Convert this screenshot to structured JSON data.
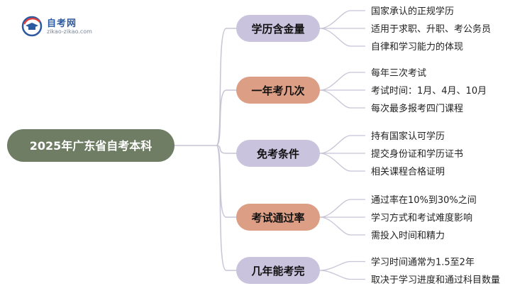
{
  "logo": {
    "name": "自考网",
    "domain": "zikao-zikao.com"
  },
  "root": {
    "label": "2025年广东省自考本科",
    "color": "#6e7d63"
  },
  "colors": {
    "purple": "#c9c3dd",
    "salmon": "#dc9f86",
    "line": "#c8c4d6",
    "leaf_text": "#222222"
  },
  "branches": [
    {
      "label": "学历含金量",
      "style": "purple",
      "leaves": [
        "国家承认的正规学历",
        "适用于求职、升职、考公务员",
        "自律和学习能力的体现"
      ]
    },
    {
      "label": "一年考几次",
      "style": "salmon",
      "leaves": [
        "每年三次考试",
        "考试时间：1月、4月、10月",
        "每次最多报考四门课程"
      ]
    },
    {
      "label": "免考条件",
      "style": "purple",
      "leaves": [
        "持有国家认可学历",
        "提交身份证和学历证书",
        "相关课程合格证明"
      ]
    },
    {
      "label": "考试通过率",
      "style": "salmon",
      "leaves": [
        "通过率在10%到30%之间",
        "学习方式和考试难度影响",
        "需投入时间和精力"
      ]
    },
    {
      "label": "几年能考完",
      "style": "purple",
      "leaves": [
        "学习时间通常为1.5至2年",
        "取决于学习进度和通过科目数量"
      ]
    }
  ]
}
